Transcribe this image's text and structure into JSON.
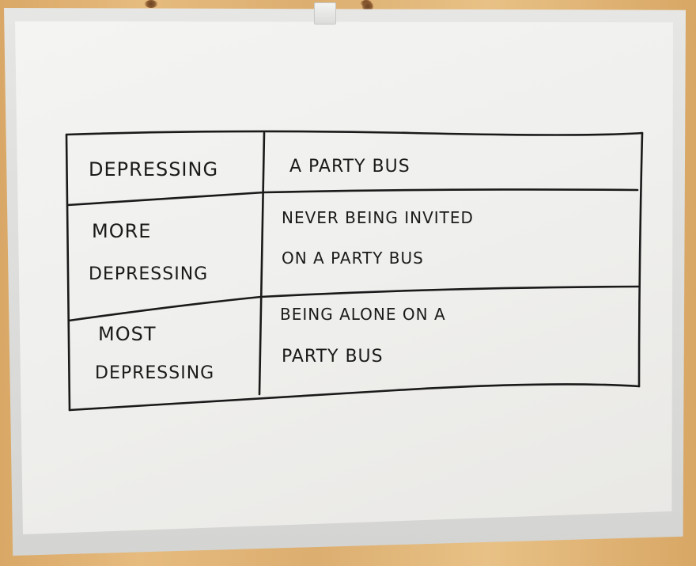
{
  "scene": {
    "description": "Whiteboard on wooden wall with hand-drawn table",
    "colors": {
      "wood": "#e0b375",
      "frame": "#dadad8",
      "surface": "#f1f1ef",
      "ink": "#1a1a1a"
    }
  },
  "table": {
    "rows": [
      {
        "label_lines": [
          "DEPRESSING"
        ],
        "value_lines": [
          "A PARTY BUS"
        ]
      },
      {
        "label_lines": [
          "MORE",
          "DEPRESSING"
        ],
        "value_lines": [
          "NEVER BEING INVITED",
          "ON A PARTY BUS"
        ]
      },
      {
        "label_lines": [
          "MOST",
          "DEPRESSING"
        ],
        "value_lines": [
          "BEING ALONE ON A",
          "PARTY BUS"
        ]
      }
    ]
  }
}
